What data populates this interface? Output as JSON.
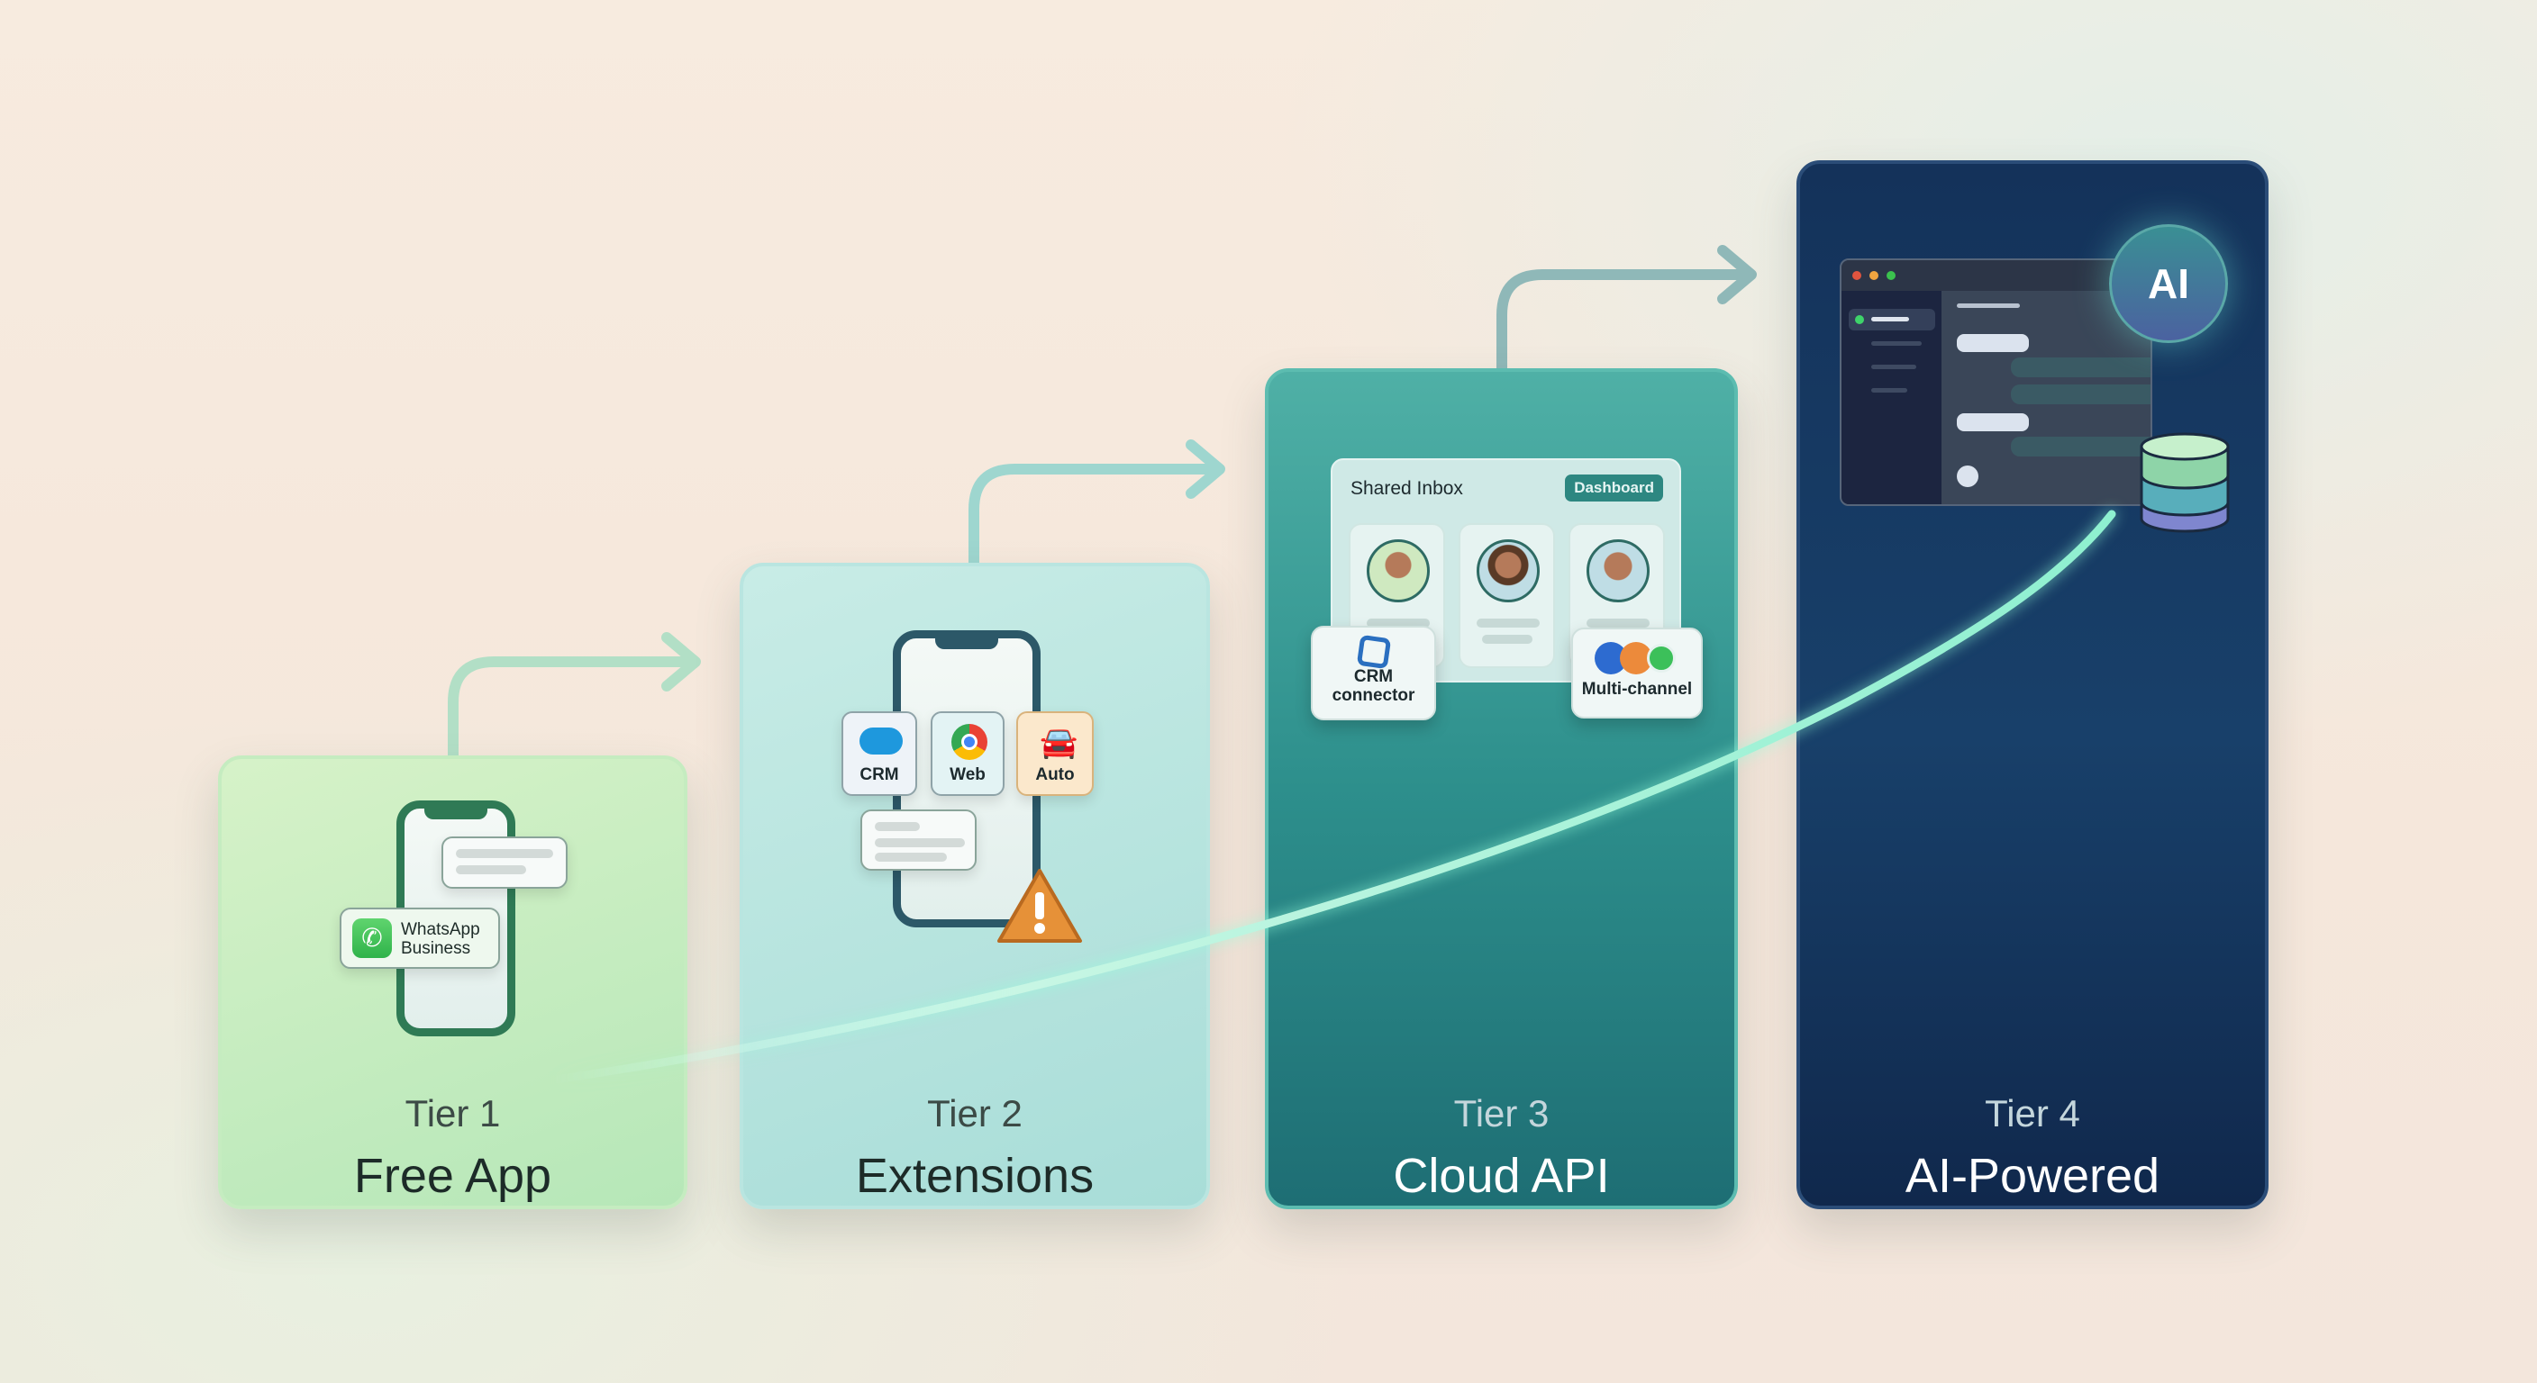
{
  "tiers": [
    {
      "number": "Tier 1",
      "title": "Free App"
    },
    {
      "number": "Tier 2",
      "title": "Extensions"
    },
    {
      "number": "Tier 3",
      "title": "Cloud API"
    },
    {
      "number": "Tier 4",
      "title": "AI-Powered"
    }
  ],
  "tier1": {
    "badge_line1": "WhatsApp",
    "badge_line2": "Business"
  },
  "tier2": {
    "tiles": [
      {
        "label": "CRM",
        "icon": "cloud-icon"
      },
      {
        "label": "Web",
        "icon": "chrome-icon"
      },
      {
        "label": "Auto",
        "icon": "car-icon"
      }
    ],
    "alert_icon": "warning-icon"
  },
  "tier3": {
    "panel_title": "Shared Inbox",
    "dashboard_label": "Dashboard",
    "crm_line1": "CRM",
    "crm_line2": "connector",
    "multichannel_label": "Multi-channel"
  },
  "tier4": {
    "ai_label": "AI"
  },
  "colors": {
    "tier1": "#c8eec0",
    "tier2": "#b3e3dd",
    "tier3": "#2d8f8c",
    "tier4": "#14325a",
    "arrow": "#9fd6cc",
    "curve": "#a8f0d8"
  }
}
